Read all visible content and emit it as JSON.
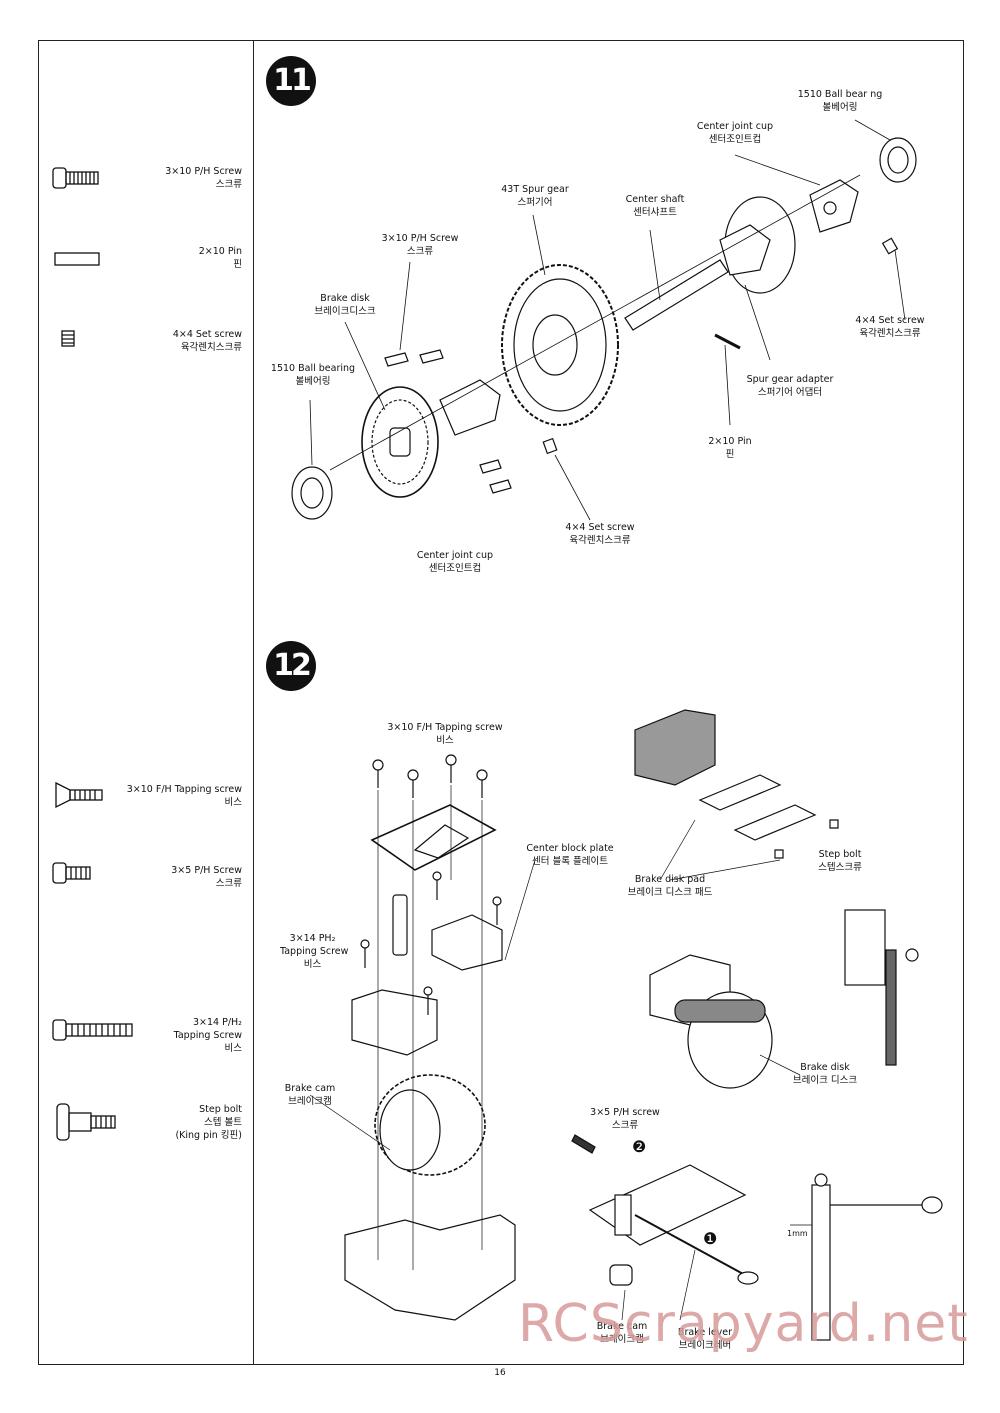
{
  "page_number": "16",
  "watermark": "RCScrapyard.net",
  "steps": {
    "step11": "11",
    "step12": "12"
  },
  "sidebar": {
    "part1_en": "3×10 P/H Screw",
    "part1_kr": "스크류",
    "part2_en": "2×10 Pin",
    "part2_kr": "핀",
    "part3_en": "4×4 Set screw",
    "part3_kr": "육각렌치스크류",
    "part4_en": "3×10 F/H   Tapping screw",
    "part4_kr": "비스",
    "part5_en": "3×5 P/H Screw",
    "part5_kr": "스크류",
    "part6_en1": "3×14 P/H₂",
    "part6_en2": "Tapping Screw",
    "part6_kr": "비스",
    "part7_en": "Step bolt",
    "part7_kr1": "스텝 볼트",
    "part7_kr2": "(King pin 킹핀)"
  },
  "step11_labels": {
    "ballbearing_top_en": "1510 Ball bear ng",
    "ballbearing_top_kr": "볼베어링",
    "centercup_top_en": "Center joint cup",
    "centercup_top_kr": "센터조인트컵",
    "spurgear_en": "43T Spur gear",
    "spurgear_kr": "스퍼기어",
    "centershaft_en": "Center shaft",
    "centershaft_kr": "센터샤프트",
    "screw_en": "3×10 P/H Screw",
    "screw_kr": "스크류",
    "brakedisk_en": "Brake disk",
    "brakedisk_kr": "브레이크디스크",
    "setscrew_right_en": "4×4 Set screw",
    "setscrew_right_kr": "육각렌치스크류",
    "ballbearing_left_en": "1510 Ball bearing",
    "ballbearing_left_kr": "볼베어링",
    "adapter_en": "Spur gear adapter",
    "adapter_kr": "스퍼기어 어댑터",
    "pin_en": "2×10 Pin",
    "pin_kr": "핀",
    "setscrew_bottom_en": "4×4 Set screw",
    "setscrew_bottom_kr": "육각렌치스크류",
    "centercup_bottom_en": "Center joint cup",
    "centercup_bottom_kr": "센터조인트컵"
  },
  "step12_labels": {
    "tapping_en": "3×10 F/H Tapping screw",
    "tapping_kr": "비스",
    "plate_en": "Center block plate",
    "plate_kr": "센터 블록 플레이트",
    "ph2_en1": "3×14 PH₂",
    "ph2_en2": "Tapping Screw",
    "ph2_kr": "비스",
    "cam_left_en": "Brake cam",
    "cam_left_kr": "브레이크캠",
    "pad_en": "Brake disk pad",
    "pad_kr": "브레이크 디스크 패드",
    "stepbolt_en": "Step bolt",
    "stepbolt_kr": "스텝스크류",
    "disk_en": "Brake disk",
    "disk_kr": "브레이크 디스크",
    "screw35_en": "3×5 P/H screw",
    "screw35_kr": "스크류",
    "cam_bottom_en": "Brake cam",
    "cam_bottom_kr": "브레이크캠",
    "lever_en": "Brake lever",
    "lever_kr": "브레이크레버",
    "gap": "1mm",
    "mark1": "❶",
    "mark2": "❷"
  },
  "colors": {
    "ink": "#111111",
    "gray_part": "#7a7a7a",
    "watermark": "#d89a9a"
  }
}
